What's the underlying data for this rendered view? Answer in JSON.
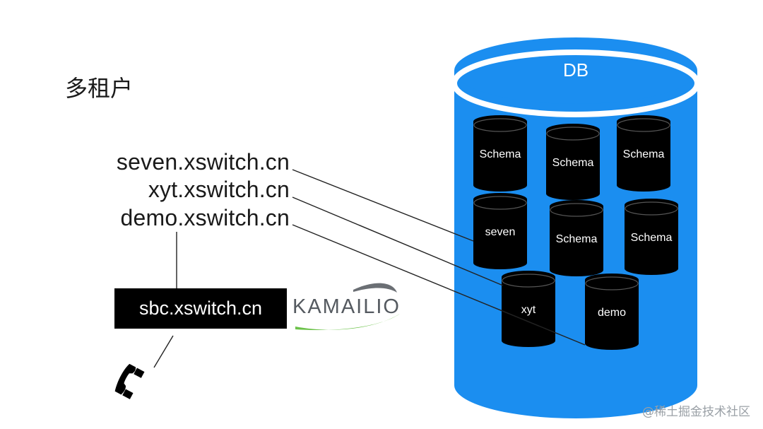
{
  "title": "多租户",
  "domains": [
    "seven.xswitch.cn",
    "xyt.xswitch.cn",
    "demo.xswitch.cn"
  ],
  "sbc_label": "sbc.xswitch.cn",
  "kamailio_label": "KAMAILIO",
  "db_label": "DB",
  "schemas": {
    "s1": "Schema",
    "s2": "Schema",
    "s3": "Schema",
    "seven": "seven",
    "s5": "Schema",
    "s6": "Schema",
    "xyt": "xyt",
    "demo": "demo"
  },
  "icons": [
    "phone-icon",
    "kamailio-swoosh-icon"
  ],
  "colors": {
    "db_blue": "#1b8ef0",
    "cylinder_black": "#000000",
    "sbc_box": "#000000",
    "kamailio_green": "#6cc24a"
  },
  "watermark": "@稀土掘金技术社区"
}
